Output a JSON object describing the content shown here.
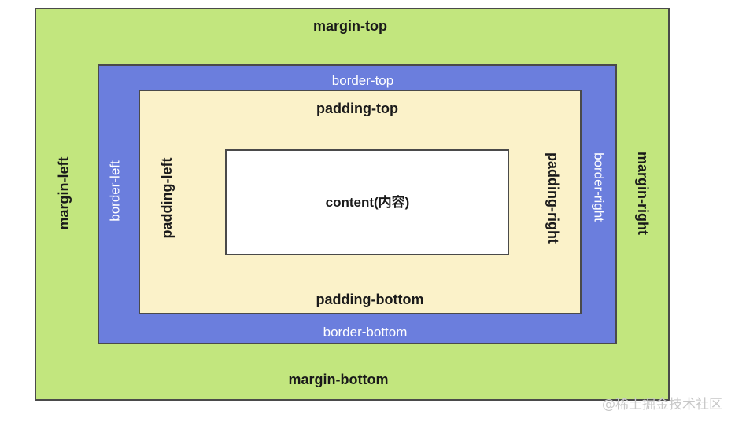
{
  "diagram": {
    "margin": {
      "top": "margin-top",
      "bottom": "margin-bottom",
      "left": "margin-left",
      "right": "margin-right"
    },
    "border": {
      "top": "border-top",
      "bottom": "border-bottom",
      "left": "border-left",
      "right": "border-right"
    },
    "padding": {
      "top": "padding-top",
      "bottom": "padding-bottom",
      "left": "padding-left",
      "right": "padding-right"
    },
    "content": "content(内容)"
  },
  "watermark": "@稀土掘金技术社区",
  "colors": {
    "margin": "#c2e67e",
    "border": "#6b7edd",
    "padding": "#fbf2c9",
    "content": "#ffffff",
    "outline": "#4a4a4a"
  }
}
